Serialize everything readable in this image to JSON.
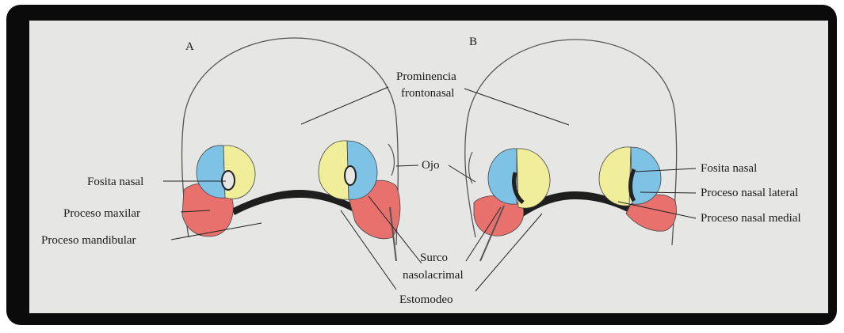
{
  "figure": {
    "panel_a": "A",
    "panel_b": "B",
    "labels": {
      "prominencia_line1": "Prominencia",
      "prominencia_line2": "frontonasal",
      "ojo": "Ojo",
      "fosita_nasal_a": "Fosita nasal",
      "fosita_nasal_b": "Fosita nasal",
      "proceso_maxilar": "Proceso maxilar",
      "proceso_mandibular": "Proceso mandibular",
      "proceso_nasal_lateral": "Proceso nasal lateral",
      "proceso_nasal_medial": "Proceso nasal medial",
      "surco_line1": "Surco",
      "surco_line2": "nasolacrimal",
      "estomodeo": "Estomodeo"
    }
  },
  "colors": {
    "frame": "#0b0b0b",
    "paper": "#e6e6e4",
    "nasal_lateral": "#7ec3e6",
    "nasal_medial": "#f0ee9a",
    "maxilar": "#e8716e",
    "stomodeum": "#1e1e1e",
    "outline": "#3a3a3a"
  }
}
